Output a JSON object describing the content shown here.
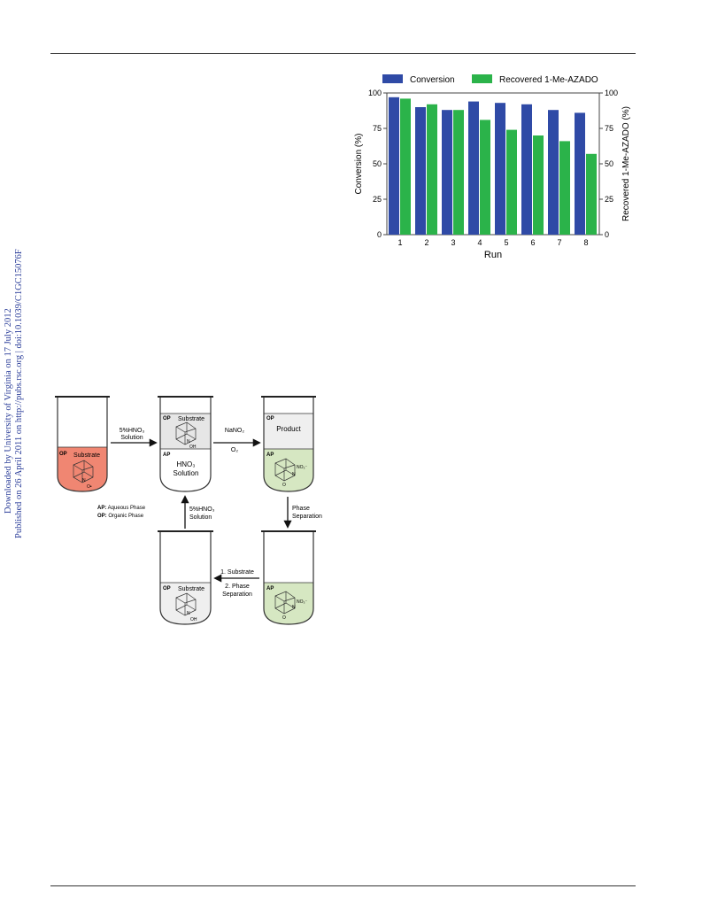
{
  "sidebar": {
    "line1": "Downloaded by University of Virginia on 17 July 2012",
    "line2": "Published on 26 April 2011 on http://pubs.rsc.org | doi:10.1039/C1GC15076F"
  },
  "colors": {
    "conversion": "#2f4aa6",
    "recovered": "#2bb34a",
    "link_text": "#2c3f9a",
    "red_phase": "#f08672",
    "green_phase": "#d6e7c2",
    "gray_phase": "#e6e6e6"
  },
  "chart_data": {
    "type": "bar",
    "categories": [
      "1",
      "2",
      "3",
      "4",
      "5",
      "6",
      "7",
      "8"
    ],
    "series": [
      {
        "name": "Conversion",
        "axis": "left",
        "values": [
          97,
          90,
          88,
          94,
          93,
          92,
          88,
          86
        ]
      },
      {
        "name": "Recovered 1-Me-AZADO",
        "axis": "right",
        "values": [
          96,
          92,
          88,
          81,
          74,
          70,
          66,
          57
        ]
      }
    ],
    "xlabel": "Run",
    "ylabel": "Conversion (%)",
    "ylabel_right": "Recovered 1-Me-AZADO (%)",
    "ylim": [
      0,
      100
    ],
    "yticks": [
      "0",
      "25",
      "50",
      "75",
      "100"
    ],
    "legend": "top",
    "grid": false
  },
  "scheme": {
    "tube1": {
      "op": "OP",
      "label": "Substrate",
      "n": "N",
      "o": "O•"
    },
    "tube2": {
      "op": "OP",
      "label": "Substrate",
      "n": "N",
      "oh": "OH",
      "ap": "AP",
      "aq_line1": "HNO₃",
      "aq_line2": "Solution"
    },
    "tube3": {
      "op": "OP",
      "label": "Product",
      "ap": "AP",
      "n": "N",
      "no3": "NO₃⁻",
      "o": "O"
    },
    "tube4": {
      "op": "OP",
      "label": "Substrate",
      "n": "N",
      "oh": "OH"
    },
    "tube5": {
      "ap": "AP",
      "n": "N",
      "no3": "NO₃⁻",
      "o": "O"
    },
    "arrow1": {
      "line1": "5%HNO₃",
      "line2": "Solution"
    },
    "arrow2": {
      "line1": "NaNO₂",
      "line2": "O₂"
    },
    "arrow3": {
      "line1": "Phase",
      "line2": "Separation"
    },
    "arrow4": {
      "line1": "1. Substrate",
      "line2": "2. Phase",
      "line3": "Separation"
    },
    "arrow5": {
      "line1": "5%HNO₃",
      "line2": "Solution"
    },
    "legend": {
      "ap_key": "AP:",
      "ap_val": " Aqueous Phase",
      "op_key": "OP:",
      "op_val": " Organic Phase"
    }
  }
}
